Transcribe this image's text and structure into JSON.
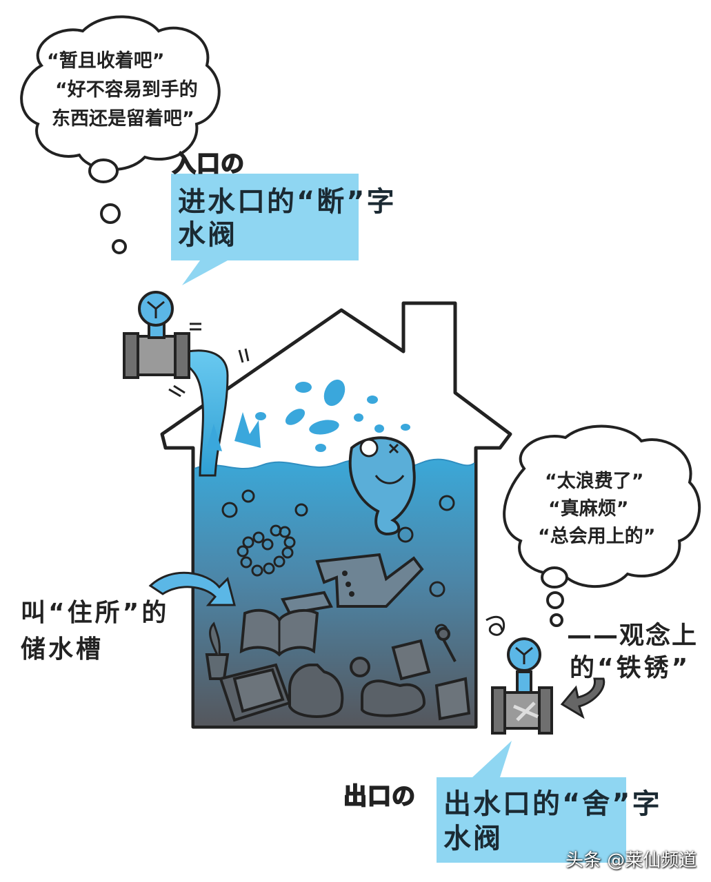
{
  "thought_bubble_left": {
    "line1": "“暂且收着吧”",
    "line2": "“好不容易到手的",
    "line3": "东西还是留着吧”"
  },
  "thought_bubble_right": {
    "line1": "“太浪费了”",
    "line2": "“真麻烦”",
    "line3": "“总会用上的”"
  },
  "inlet": {
    "heading": "入口の",
    "box_line1": "进水口的“断”字",
    "box_line2": "水阀"
  },
  "outlet": {
    "heading": "出口の",
    "box_line1": "出水口的“舍”字",
    "box_line2": "水阀"
  },
  "tank_label": {
    "line1": "叫“住所”的",
    "line2": "储水槽"
  },
  "rust_label": {
    "line1": "——观念上",
    "line2": "的“铁锈”"
  },
  "watermark": "头条 @莱仙频道",
  "colors": {
    "callout_blue": "#8fd6f2",
    "water_top": "#3ba8d8",
    "water_bottom": "#5a5c62",
    "valve_blue": "#5bb7e6",
    "pipe_gray": "#9a9a9a"
  }
}
